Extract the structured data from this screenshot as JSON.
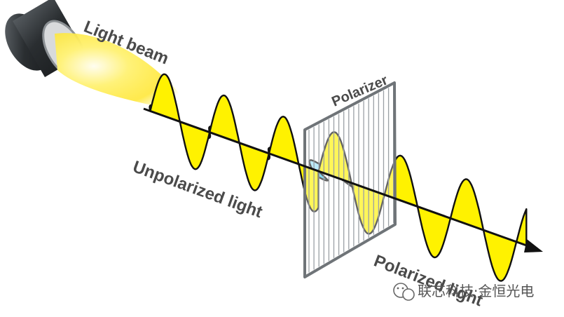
{
  "labels": {
    "light_beam": "Light beam",
    "polarizer": "Polarizer",
    "unpolarized": "Unpolarized light",
    "polarized": "Polarized light"
  },
  "watermark": {
    "text": "联芯科技·金恒光电",
    "icon": "wechat-icon"
  },
  "colors": {
    "wave_yellow": "#fff200",
    "wave_blue": "#44c8f0",
    "outline": "#111111",
    "polarizer_frame": "#6f7478",
    "polarizer_fill": "#dfe3e6",
    "beam": "#ffe84a"
  }
}
